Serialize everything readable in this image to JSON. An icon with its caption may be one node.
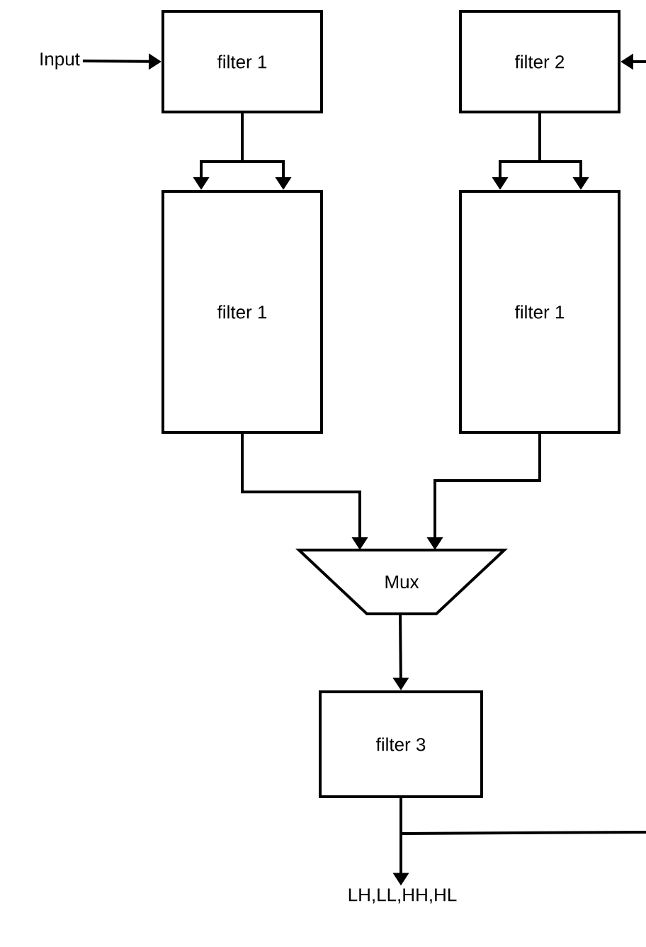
{
  "diagram": {
    "nodes": [
      {
        "text": [
          "Input"
        ]
      },
      {
        "text": [
          "filter 1"
        ]
      },
      {
        "text": [
          "filter 2"
        ]
      },
      {
        "text": [
          "filter 1"
        ]
      },
      {
        "text": [
          "filter 1"
        ]
      },
      {
        "text": [
          "Mux"
        ]
      },
      {
        "text": [
          "filter 3"
        ]
      },
      {
        "text": [
          "LH,LL,HH,HL"
        ]
      }
    ],
    "edges": [
      {
        "from": 0,
        "to": 1,
        "arrow": "to"
      },
      {
        "from": null,
        "to": 2,
        "arrow": "to"
      },
      {
        "from": 1,
        "to": 3,
        "arrow": "to"
      },
      {
        "from": 1,
        "to": 3,
        "arrow": "to"
      },
      {
        "from": 2,
        "to": 4,
        "arrow": "to"
      },
      {
        "from": 2,
        "to": 4,
        "arrow": "to"
      },
      {
        "from": 3,
        "to": 5,
        "arrow": "to"
      },
      {
        "from": 4,
        "to": 5,
        "arrow": "to"
      },
      {
        "from": 5,
        "to": 6,
        "arrow": "to"
      },
      {
        "from": 6,
        "to": 7,
        "arrow": "to"
      },
      {
        "from": 6,
        "to": null,
        "arrow": "none"
      }
    ]
  }
}
